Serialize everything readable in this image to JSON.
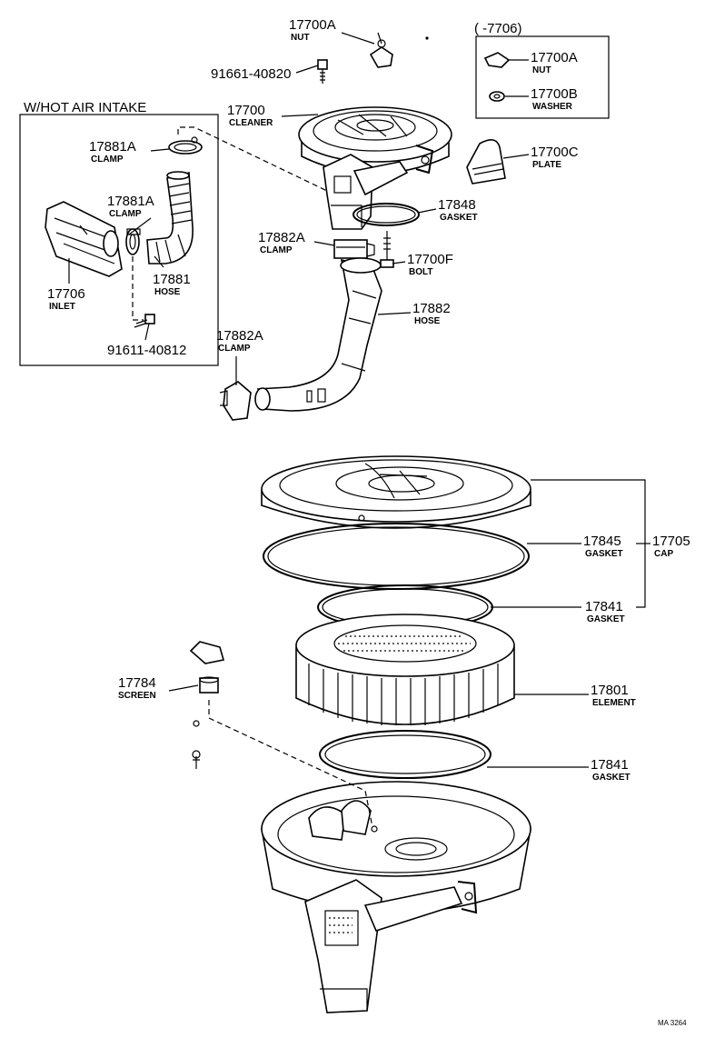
{
  "box_hot_air": {
    "title": "W/HOT AIR INTAKE"
  },
  "box_inset": {
    "title": "(      -7706)"
  },
  "parts": [
    {
      "id": "p01",
      "number": "17700A",
      "desc": "NUT"
    },
    {
      "id": "p02",
      "number": "91661-40820",
      "desc": ""
    },
    {
      "id": "p03",
      "number": "17700",
      "desc": "CLEANER"
    },
    {
      "id": "p04",
      "number": "17700A",
      "desc": "NUT"
    },
    {
      "id": "p05",
      "number": "17700B",
      "desc": "WASHER"
    },
    {
      "id": "p06",
      "number": "17700C",
      "desc": "PLATE"
    },
    {
      "id": "p07",
      "number": "17848",
      "desc": "GASKET"
    },
    {
      "id": "p08",
      "number": "17881A",
      "desc": "CLAMP"
    },
    {
      "id": "p09",
      "number": "17881A",
      "desc": "CLAMP"
    },
    {
      "id": "p10",
      "number": "17881",
      "desc": "HOSE"
    },
    {
      "id": "p11",
      "number": "17706",
      "desc": "INLET"
    },
    {
      "id": "p12",
      "number": "91611-40812",
      "desc": ""
    },
    {
      "id": "p13",
      "number": "17882A",
      "desc": "CLAMP"
    },
    {
      "id": "p14",
      "number": "17700F",
      "desc": "BOLT"
    },
    {
      "id": "p15",
      "number": "17882",
      "desc": "HOSE"
    },
    {
      "id": "p16",
      "number": "17882A",
      "desc": "CLAMP"
    },
    {
      "id": "p17",
      "number": "17845",
      "desc": "GASKET"
    },
    {
      "id": "p18",
      "number": "17705",
      "desc": "CAP"
    },
    {
      "id": "p19",
      "number": "17841",
      "desc": "GASKET"
    },
    {
      "id": "p20",
      "number": "17784",
      "desc": "SCREEN"
    },
    {
      "id": "p21",
      "number": "17801",
      "desc": "ELEMENT"
    },
    {
      "id": "p22",
      "number": "17841",
      "desc": "GASKET"
    }
  ],
  "footer": {
    "code": "MA 3264"
  }
}
